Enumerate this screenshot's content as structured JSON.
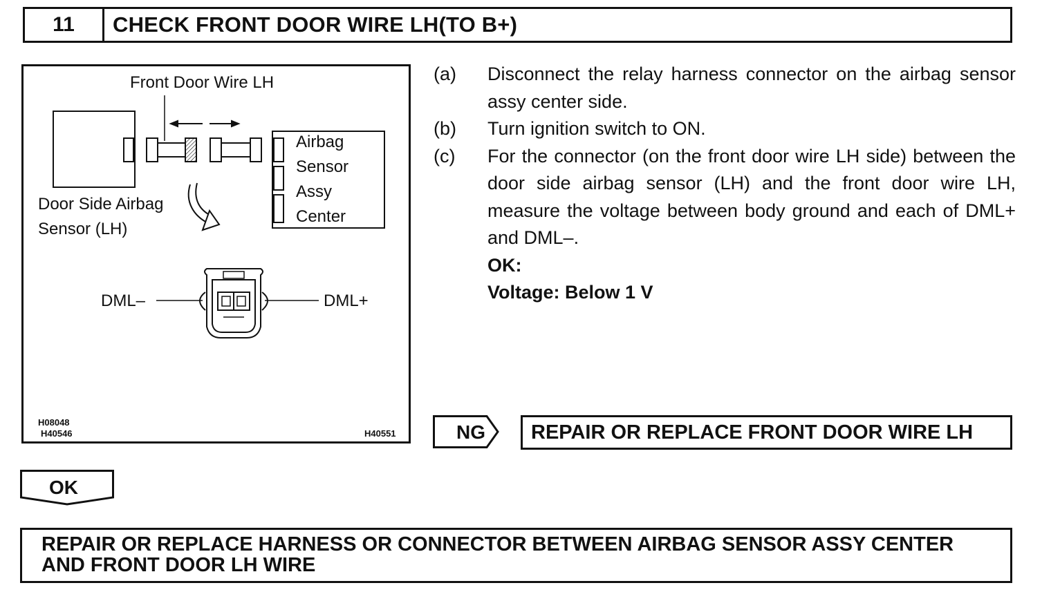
{
  "header": {
    "step_number": "11",
    "title": "CHECK FRONT DOOR WIRE LH(TO B+)"
  },
  "figure": {
    "label_front_door_wire": "Front Door Wire LH",
    "label_door_side_1": "Door Side Airbag",
    "label_door_side_2": "Sensor (LH)",
    "label_center_1": "Airbag",
    "label_center_2": "Sensor",
    "label_center_3": "Assy",
    "label_center_4": "Center",
    "label_dml_minus": "DML–",
    "label_dml_plus": "DML+",
    "code_1": "H08048",
    "code_2": "H40546",
    "code_3": "H40551"
  },
  "steps": [
    {
      "label": "(a)",
      "text": "Disconnect the relay harness connector on the airbag sensor assy center side."
    },
    {
      "label": "(b)",
      "text": "Turn ignition switch to ON."
    },
    {
      "label": "(c)",
      "text": "For the connector (on the front door wire LH side) between the door side airbag sensor (LH) and the front door wire LH, measure the voltage between body ground and each of DML+ and DML–."
    }
  ],
  "ok_heading": "OK:",
  "ok_value": "Voltage: Below 1 V",
  "ng_label": "NG",
  "ng_action": "REPAIR OR REPLACE FRONT DOOR WIRE LH",
  "ok_label": "OK",
  "ok_action_1": "REPAIR OR REPLACE HARNESS OR CONNECTOR BETWEEN AIRBAG SENSOR ASSY CENTER",
  "ok_action_2": "AND FRONT DOOR LH WIRE"
}
